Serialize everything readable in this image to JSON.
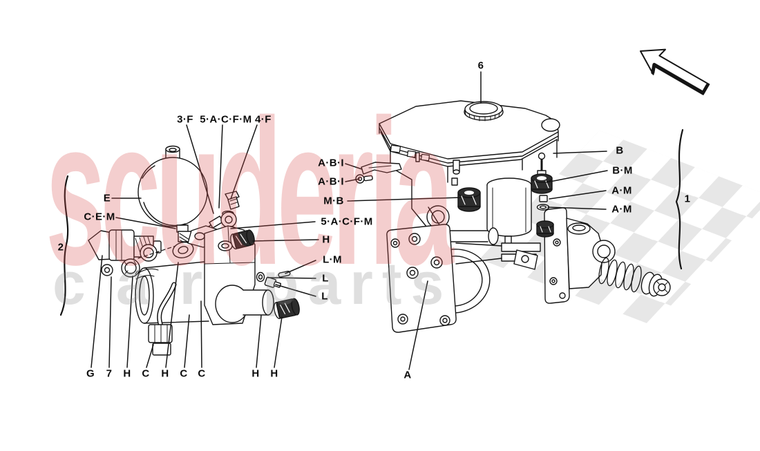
{
  "page": {
    "background_color": "#ffffff",
    "line_color": "#141414"
  },
  "watermark": {
    "brand": "scuderia",
    "word1": "car",
    "word2": "parts",
    "brand_color": "rgba(214,80,80,0.28)",
    "words_color": "#d7d7d7",
    "checker_color": "#e7e7e7"
  },
  "callouts": [
    {
      "id": "3F",
      "text": "3·F"
    },
    {
      "id": "5ACFM-4F",
      "text": "5·A·C·F·M 4·F"
    },
    {
      "id": "6",
      "text": "6"
    },
    {
      "id": "E",
      "text": "E"
    },
    {
      "id": "CEM",
      "text": "C·E·M"
    },
    {
      "id": "2",
      "text": "2"
    },
    {
      "id": "ABI-1",
      "text": "A·B·I"
    },
    {
      "id": "ABI-2",
      "text": "A·B·I"
    },
    {
      "id": "MB",
      "text": "M·B"
    },
    {
      "id": "5ACFM",
      "text": "5·A·C·F·M"
    },
    {
      "id": "H-mid",
      "text": "H"
    },
    {
      "id": "LM",
      "text": "L·M"
    },
    {
      "id": "L-1",
      "text": "L"
    },
    {
      "id": "L-2",
      "text": "L"
    },
    {
      "id": "B",
      "text": "B"
    },
    {
      "id": "BM",
      "text": "B·M"
    },
    {
      "id": "AM-1",
      "text": "A·M"
    },
    {
      "id": "AM-2",
      "text": "A·M"
    },
    {
      "id": "1",
      "text": "1"
    },
    {
      "id": "G",
      "text": "G"
    },
    {
      "id": "7",
      "text": "7"
    },
    {
      "id": "H-1",
      "text": "H"
    },
    {
      "id": "C-1",
      "text": "C"
    },
    {
      "id": "H-2",
      "text": "H"
    },
    {
      "id": "C-2",
      "text": "C"
    },
    {
      "id": "C-3",
      "text": "C"
    },
    {
      "id": "H-3",
      "text": "H"
    },
    {
      "id": "H-4",
      "text": "H"
    },
    {
      "id": "A",
      "text": "A"
    }
  ]
}
